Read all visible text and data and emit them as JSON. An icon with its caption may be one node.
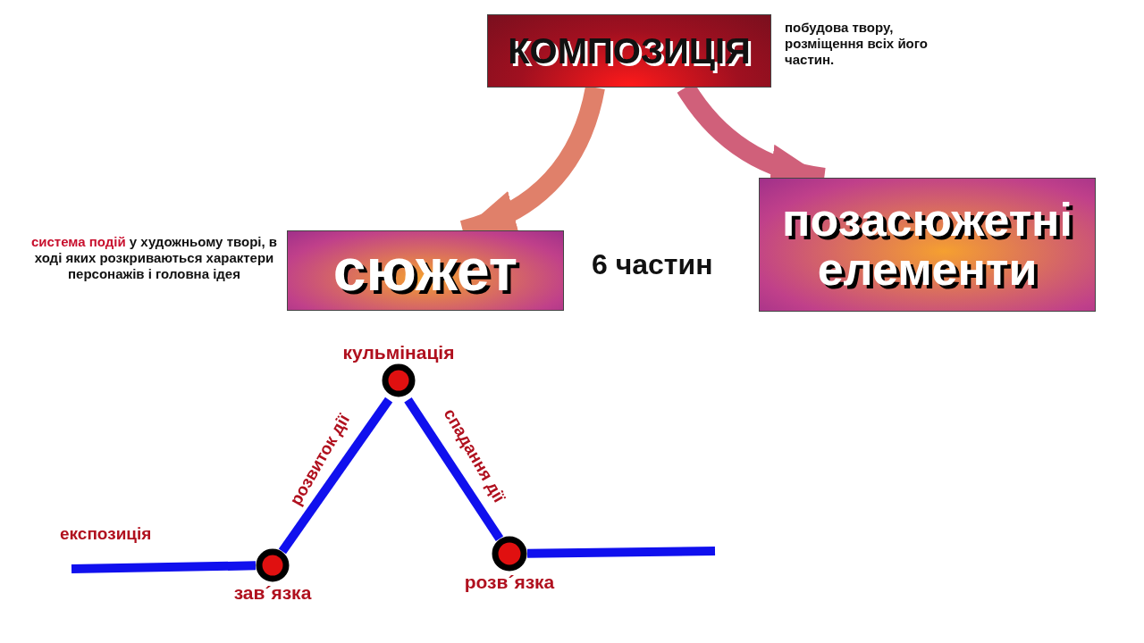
{
  "diagram": {
    "nodes": [
      {
        "text": [
          "КОМПОЗИЦІЯ"
        ],
        "beside": [
          "побудова твору, розміщення всіх його частин."
        ]
      },
      {
        "text": [
          "сюжет"
        ],
        "beside": [
          "**система подій** у художньому творі, в ході яких розкриваються характери персонажів і головна ідея"
        ]
      },
      {
        "text": [
          "позасюжетні елементи"
        ]
      },
      {
        "text": [
          "зав´язка"
        ]
      },
      {
        "text": [
          "кульмінація"
        ]
      },
      {
        "text": [
          "розв´язка"
        ]
      }
    ],
    "edges": [
      {
        "from": 0,
        "to": 1,
        "arrow": "to",
        "style": "thick",
        "color": "#e0806a"
      },
      {
        "from": 0,
        "to": 2,
        "arrow": "to",
        "style": "thick",
        "color": "#d0607a"
      },
      {
        "from": null,
        "to": 3,
        "arrow": "none",
        "label": "експозиція"
      },
      {
        "from": 3,
        "to": 4,
        "arrow": "none",
        "label": "розвиток дії"
      },
      {
        "from": 4,
        "to": 5,
        "arrow": "none",
        "label": "спадання дії"
      },
      {
        "from": 5,
        "to": null,
        "arrow": "none"
      }
    ],
    "labels": [
      "6 частин"
    ]
  }
}
